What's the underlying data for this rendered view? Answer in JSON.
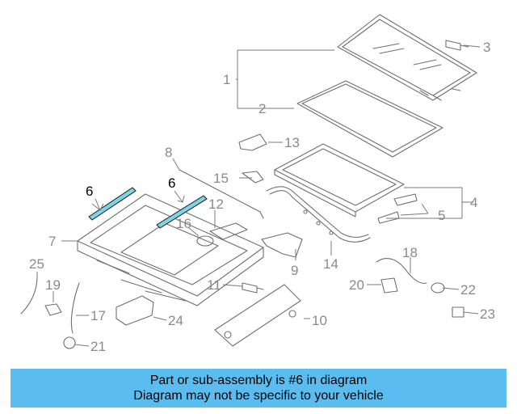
{
  "diagram": {
    "callouts": [
      "1",
      "2",
      "3",
      "4",
      "5",
      "6",
      "6",
      "7",
      "8",
      "9",
      "10",
      "11",
      "12",
      "13",
      "14",
      "15",
      "16",
      "17",
      "18",
      "19",
      "20",
      "21",
      "22",
      "23",
      "24",
      "25"
    ],
    "highlighted_part": "6"
  },
  "banner": {
    "line1": "Part or sub-assembly is #6 in diagram",
    "line2": "Diagram may not be specific to your vehicle",
    "color": "#5bbcef"
  }
}
